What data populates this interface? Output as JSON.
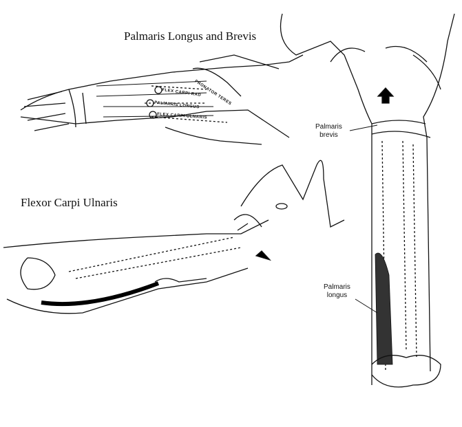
{
  "titles": {
    "palmaris": "Palmaris Longus and Brevis",
    "fcu": "Flexor Carpi Ulnaris"
  },
  "labels": {
    "palmaris_brevis": [
      "Palmaris",
      "brevis"
    ],
    "palmaris_longus": [
      "Palmaris",
      "longus"
    ],
    "flex_carpi_rad": "FLEX CARPI RAD",
    "palmaris_longus_small": "PALMARIS LONGUS",
    "flex_carpi_ulnaris": "FLEX CARPI ULNARIS",
    "pronator_teres": "PRONATOR TERES"
  }
}
